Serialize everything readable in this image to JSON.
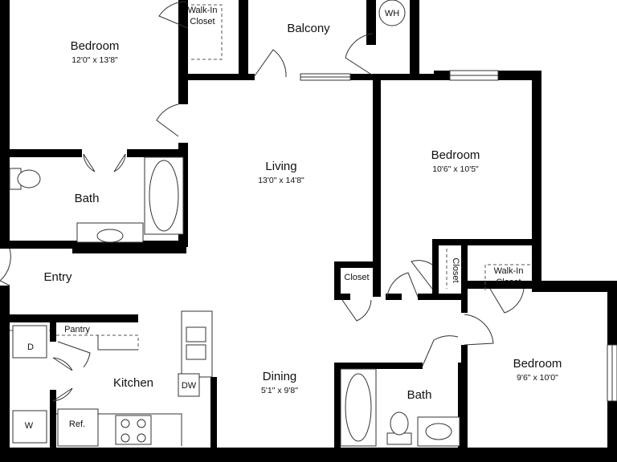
{
  "rooms": {
    "bedroom_1": {
      "name": "Bedroom",
      "dims": "12'0\" x 13'8\""
    },
    "walkin_closet_1": {
      "line1": "Walk-In",
      "line2": "Closet"
    },
    "balcony": {
      "name": "Balcony"
    },
    "water_heater": {
      "name": "WH"
    },
    "bath_1": {
      "name": "Bath"
    },
    "living": {
      "name": "Living",
      "dims": "13'0\" x 14'8\""
    },
    "bedroom_2": {
      "name": "Bedroom",
      "dims": "10'6\" x 10'5\""
    },
    "entry": {
      "name": "Entry"
    },
    "closet_1": {
      "name": "Closet"
    },
    "closet_2": {
      "name": "Closet"
    },
    "walkin_closet_2": {
      "line1": "Walk-In",
      "line2": "Closet"
    },
    "pantry": {
      "name": "Pantry"
    },
    "dryer": {
      "name": "D"
    },
    "washer": {
      "name": "W"
    },
    "kitchen": {
      "name": "Kitchen"
    },
    "refrigerator": {
      "name": "Ref."
    },
    "dishwasher": {
      "name": "DW"
    },
    "dining": {
      "name": "Dining",
      "dims": "5'1\" x 9'8\""
    },
    "bath_2": {
      "name": "Bath"
    },
    "bedroom_3": {
      "name": "Bedroom",
      "dims": "9'6\" x 10'0\""
    }
  }
}
